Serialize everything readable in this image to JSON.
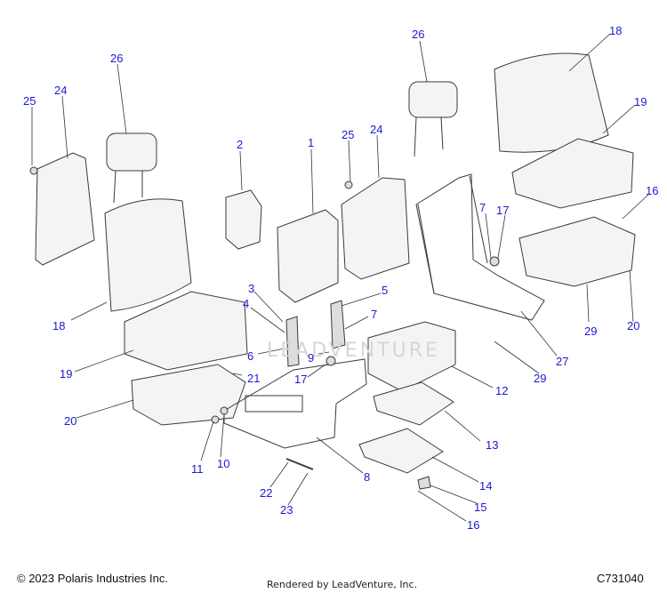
{
  "callouts": [
    {
      "id": "c25a",
      "text": "25"
    },
    {
      "id": "c24a",
      "text": "24"
    },
    {
      "id": "c26a",
      "text": "26"
    },
    {
      "id": "c2",
      "text": "2"
    },
    {
      "id": "c1",
      "text": "1"
    },
    {
      "id": "c25b",
      "text": "25"
    },
    {
      "id": "c24b",
      "text": "24"
    },
    {
      "id": "c26b",
      "text": "26"
    },
    {
      "id": "c18a",
      "text": "18"
    },
    {
      "id": "c19a",
      "text": "19"
    },
    {
      "id": "c16a",
      "text": "16"
    },
    {
      "id": "c7a",
      "text": "7"
    },
    {
      "id": "c17a",
      "text": "17"
    },
    {
      "id": "c3",
      "text": "3"
    },
    {
      "id": "c4",
      "text": "4"
    },
    {
      "id": "c5",
      "text": "5"
    },
    {
      "id": "c7b",
      "text": "7"
    },
    {
      "id": "c6",
      "text": "6"
    },
    {
      "id": "c9",
      "text": "9"
    },
    {
      "id": "c18b",
      "text": "18"
    },
    {
      "id": "c19b",
      "text": "19"
    },
    {
      "id": "c21",
      "text": "21"
    },
    {
      "id": "c17b",
      "text": "17"
    },
    {
      "id": "c29a",
      "text": "29"
    },
    {
      "id": "c20a",
      "text": "20"
    },
    {
      "id": "c27",
      "text": "27"
    },
    {
      "id": "c29b",
      "text": "29"
    },
    {
      "id": "c12",
      "text": "12"
    },
    {
      "id": "c20b",
      "text": "20"
    },
    {
      "id": "c13",
      "text": "13"
    },
    {
      "id": "c11",
      "text": "11"
    },
    {
      "id": "c10",
      "text": "10"
    },
    {
      "id": "c8",
      "text": "8"
    },
    {
      "id": "c14",
      "text": "14"
    },
    {
      "id": "c22",
      "text": "22"
    },
    {
      "id": "c15",
      "text": "15"
    },
    {
      "id": "c23",
      "text": "23"
    },
    {
      "id": "c16b",
      "text": "16"
    }
  ],
  "footer": {
    "copyright": "© 2023 Polaris Industries Inc.",
    "rendered_by": "Rendered by LeadVenture, Inc.",
    "diagram_code": "C731040"
  },
  "watermark": "LEADVENTURE",
  "colors": {
    "callout": "#1a1ad0",
    "line": "#333333",
    "fill": "#f4f4f4"
  }
}
